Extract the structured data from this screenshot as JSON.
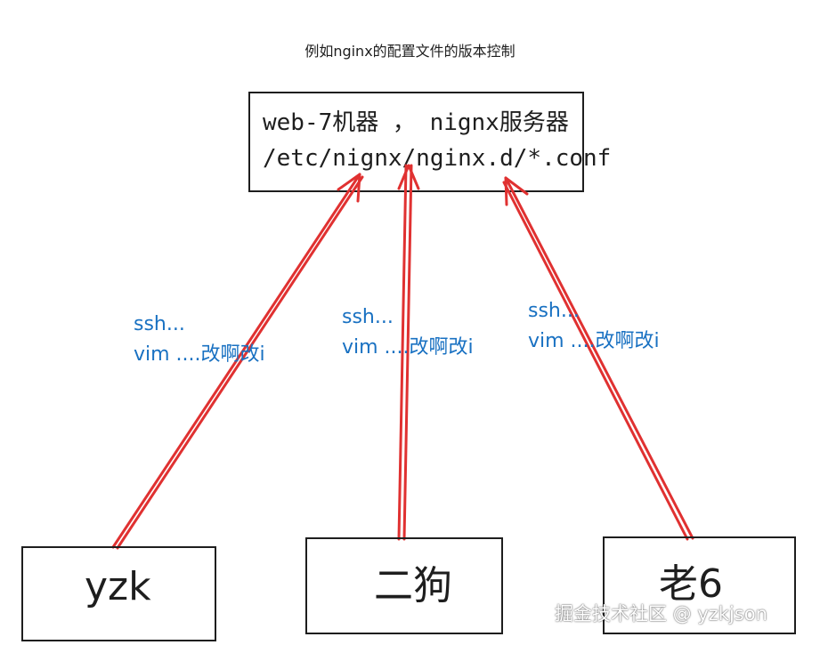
{
  "title": "例如nginx的配置文件的版本控制",
  "server": {
    "line1": "web-7机器 ， nignx服务器",
    "line2": "/etc/nignx/nginx.d/*.conf"
  },
  "nodes": {
    "yzk": "yzk",
    "ergou": "二狗",
    "lao6": "老6"
  },
  "notes": [
    {
      "line1": "ssh...",
      "line2": "vim ....改啊改i"
    },
    {
      "line1": "ssh...",
      "line2": "vim ....改啊改i"
    },
    {
      "line1": "ssh...",
      "line2": "vim ....改啊改i"
    }
  ],
  "colors": {
    "arrow": "#e03131",
    "note": "#1971c2",
    "stroke": "#1e1e1e"
  },
  "watermark": "掘金技术社区 @ yzkjson"
}
